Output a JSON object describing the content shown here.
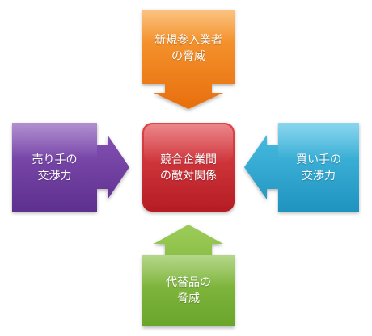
{
  "diagram": {
    "center": {
      "lines": [
        "競合企業間",
        "の敵対関係"
      ],
      "color": "#c8262c"
    },
    "top": {
      "lines": [
        "新規参入業者",
        "の脅威"
      ],
      "color": "#f07c14"
    },
    "left": {
      "lines": [
        "売り手の",
        "交渉力"
      ],
      "color": "#6e3d9e"
    },
    "right": {
      "lines": [
        "買い手の",
        "交渉力"
      ],
      "color": "#2aa6cf"
    },
    "bottom": {
      "lines": [
        "代替品の",
        "脅威"
      ],
      "color": "#7db434"
    }
  }
}
